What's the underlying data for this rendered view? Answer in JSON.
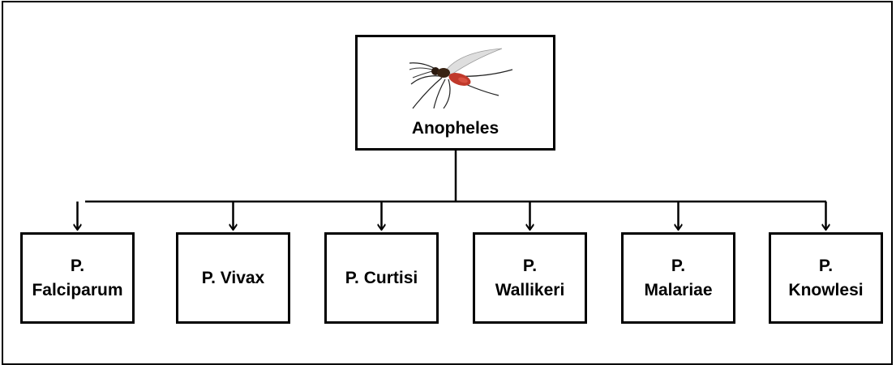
{
  "root": {
    "label": "Anopheles",
    "image": "mosquito-illustration"
  },
  "children": [
    {
      "label": "P.\nFalciparum"
    },
    {
      "label": "P. Vivax"
    },
    {
      "label": "P. Curtisi"
    },
    {
      "label": "P.\nWallikeri"
    },
    {
      "label": "P.\nMalariae"
    },
    {
      "label": "P.\nKnowlesi"
    }
  ],
  "colors": {
    "stroke": "#000000",
    "mosquito_body": "#c0392b"
  }
}
